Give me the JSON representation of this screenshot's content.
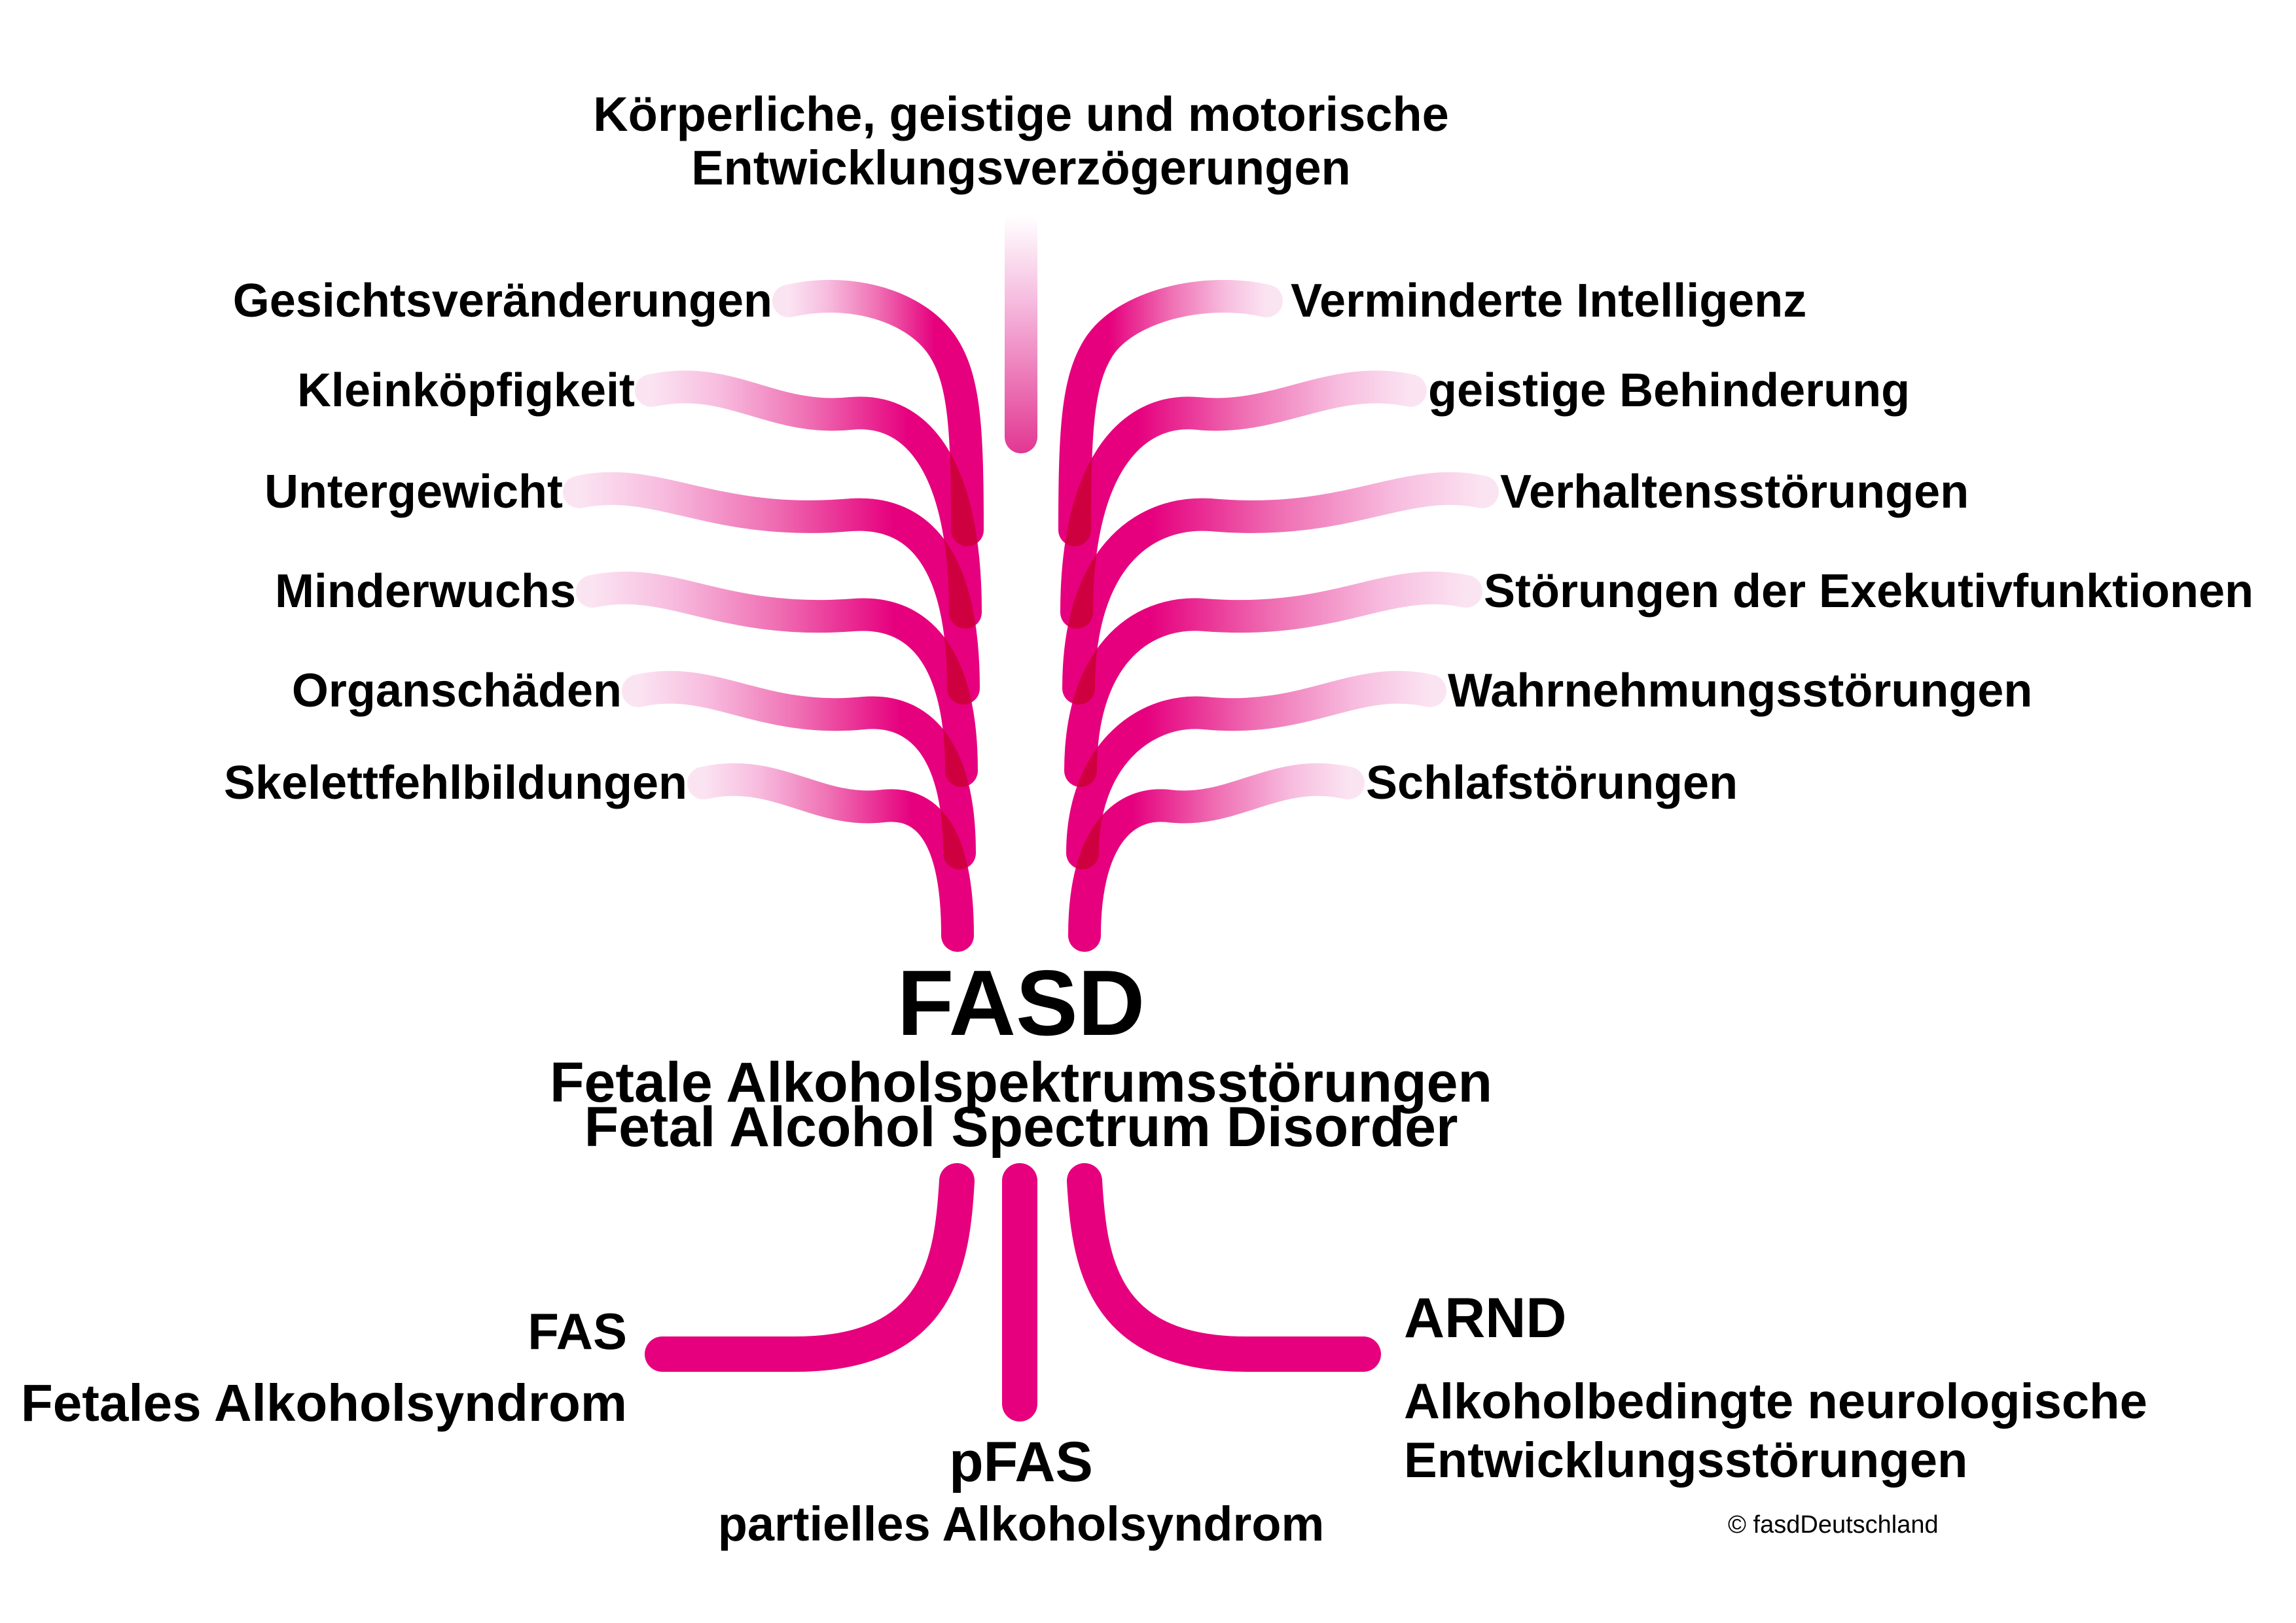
{
  "top_outcome": {
    "text": "Körperliche, geistige und motorische\nEntwicklungsverzögerungen"
  },
  "symptoms_left": [
    "Gesichtsveränderungen",
    "Kleinköpfigkeit",
    "Untergewicht",
    "Minderwuchs",
    "Organschäden",
    "Skelettfehlbildungen"
  ],
  "symptoms_right": [
    "Verminderte Intelligenz",
    "geistige Behinderung",
    "Verhaltensstörungen",
    "Störungen der Exekutivfunktionen",
    "Wahrnehmungsstörungen",
    "Schlafstörungen"
  ],
  "center": {
    "acronym": "FASD",
    "name_de": "Fetale Alkoholspektrumsstörungen",
    "name_en": "Fetal Alcohol Spectrum Disorder"
  },
  "subtypes": {
    "fas": {
      "acronym": "FAS",
      "name": "Fetales Alkoholsyndrom"
    },
    "pfas": {
      "acronym": "pFAS",
      "name": "partielles Alkoholsyndrom"
    },
    "arnd": {
      "acronym": "ARND",
      "name": "Alkoholbedingte neurologische\nEntwicklungsstörungen"
    }
  },
  "credit": "© fasdDeutschland",
  "colors": {
    "deep_pink": "#E6007E",
    "mid_pink": "#EF6FB3",
    "light_pink_tip": "#FBE4F2",
    "text": "#000000",
    "background": "#FFFFFF"
  }
}
